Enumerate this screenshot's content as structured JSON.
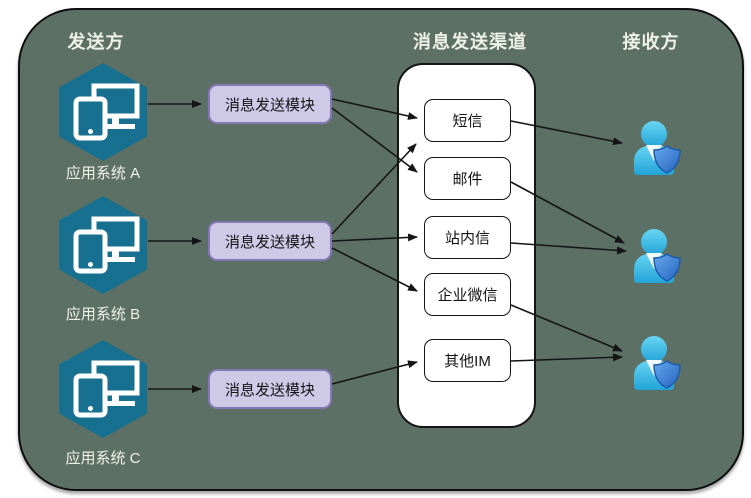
{
  "headers": {
    "sender": "发送方",
    "channels": "消息发送渠道",
    "receiver": "接收方"
  },
  "senders": [
    {
      "icon": "app-system-hexagon-devices-icon",
      "label": "应用系统 A"
    },
    {
      "icon": "app-system-hexagon-devices-icon",
      "label": "应用系统 B"
    },
    {
      "icon": "app-system-hexagon-devices-icon",
      "label": "应用系统 C"
    }
  ],
  "modules": [
    {
      "label": "消息发送模块"
    },
    {
      "label": "消息发送模块"
    },
    {
      "label": "消息发送模块"
    }
  ],
  "channels": [
    {
      "label": "短信"
    },
    {
      "label": "邮件"
    },
    {
      "label": "站内信"
    },
    {
      "label": "企业微信"
    },
    {
      "label": "其他IM"
    }
  ],
  "receivers": [
    {
      "icon": "user-shield-icon"
    },
    {
      "icon": "user-shield-icon"
    },
    {
      "icon": "user-shield-icon"
    }
  ],
  "colors": {
    "panel_bg": "#5d7066",
    "panel_border": "#0e0e0e",
    "header_text": "#eef1ea",
    "hexagon_teal": "#17708f",
    "module_fill": "#cfc9e8",
    "module_border": "#8477b5",
    "box_border": "#141414",
    "user_cyan": "#3fc0e8",
    "shield_blue": "#3a84d8",
    "arrow": "#151515"
  }
}
